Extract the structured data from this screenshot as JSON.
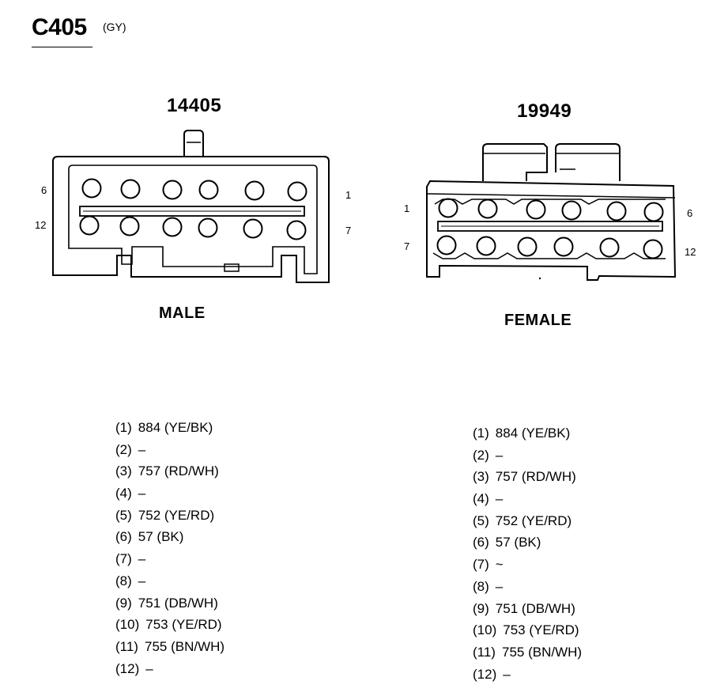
{
  "title": {
    "connector": "C405",
    "color": "(GY)"
  },
  "male": {
    "part_number": "14405",
    "label": "MALE",
    "pin_labels": {
      "top_left": "6",
      "bottom_left": "12",
      "top_right": "1",
      "bottom_right": "7"
    },
    "pins": [
      {
        "num": "(1)",
        "circuit": "884 (YE/BK)"
      },
      {
        "num": "(2)",
        "circuit": "–"
      },
      {
        "num": "(3)",
        "circuit": "757 (RD/WH)"
      },
      {
        "num": "(4)",
        "circuit": "–"
      },
      {
        "num": "(5)",
        "circuit": "752 (YE/RD)"
      },
      {
        "num": "(6)",
        "circuit": "57 (BK)"
      },
      {
        "num": "(7)",
        "circuit": "–"
      },
      {
        "num": "(8)",
        "circuit": "–"
      },
      {
        "num": "(9)",
        "circuit": "751 (DB/WH)"
      },
      {
        "num": "(10)",
        "circuit": "753 (YE/RD)"
      },
      {
        "num": "(11)",
        "circuit": "755 (BN/WH)"
      },
      {
        "num": "(12)",
        "circuit": "–"
      }
    ]
  },
  "female": {
    "part_number": "19949",
    "label": "FEMALE",
    "pin_labels": {
      "top_left": "1",
      "bottom_left": "7",
      "top_right": "6",
      "bottom_right": "12"
    },
    "pins": [
      {
        "num": "(1)",
        "circuit": "884 (YE/BK)"
      },
      {
        "num": "(2)",
        "circuit": "–"
      },
      {
        "num": "(3)",
        "circuit": "757 (RD/WH)"
      },
      {
        "num": "(4)",
        "circuit": "–"
      },
      {
        "num": "(5)",
        "circuit": "752 (YE/RD)"
      },
      {
        "num": "(6)",
        "circuit": "57 (BK)"
      },
      {
        "num": "(7)",
        "circuit": "~"
      },
      {
        "num": "(8)",
        "circuit": "–"
      },
      {
        "num": "(9)",
        "circuit": "751 (DB/WH)"
      },
      {
        "num": "(10)",
        "circuit": "753 (YE/RD)"
      },
      {
        "num": "(11)",
        "circuit": "755 (BN/WH)"
      },
      {
        "num": "(12)",
        "circuit": "–"
      }
    ]
  }
}
